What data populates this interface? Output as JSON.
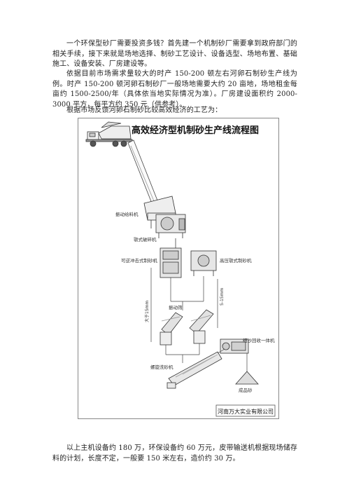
{
  "paragraphs": {
    "p1": "一个环保型砂厂需要投资多钱？首先建一个机制砂厂需要拿到政府部门的相关手续，接下来就是场地选择、制砂工艺设计、设备选型、场地布置、基础施工、设备安装、厂房建设等。",
    "p2": "依据目前市场需求量较大的时产 150-200 顿左右河卵石制砂生产线为例。时产 150-200 顿河卵石制砂厂一般场地需要大约 20 亩地，场地租金每亩约 1500-2500/年（具体依当地实际情况为准）。厂房建设面积约 2000-3000 平方，每平方约 350 元（供参考）。",
    "p3": "根据市场反馈河卵石制砂比较高效经济的工艺为：",
    "p4": "以上主机设备约 180 万，环保设备约 60 万元，皮带输送机根据现场储存料的计划，长度不定，一般要 150 米左右，造价约 30 万。"
  },
  "figure": {
    "title": "高效经济型机制砂生产线流程图",
    "labels": {
      "feeder": "振动给料机",
      "jaw": "颚式破碎机",
      "impact": "可逆冲击式制砂机",
      "cone": "高压颚式制砂机",
      "large_size": "大于15mm",
      "small_size": "5-15mm",
      "screen": "振动筛",
      "recovery": "细沙回收一体机",
      "washer": "螺旋洗砂机",
      "finished": "成品砂"
    },
    "company": "河南万大实业有限公司"
  }
}
